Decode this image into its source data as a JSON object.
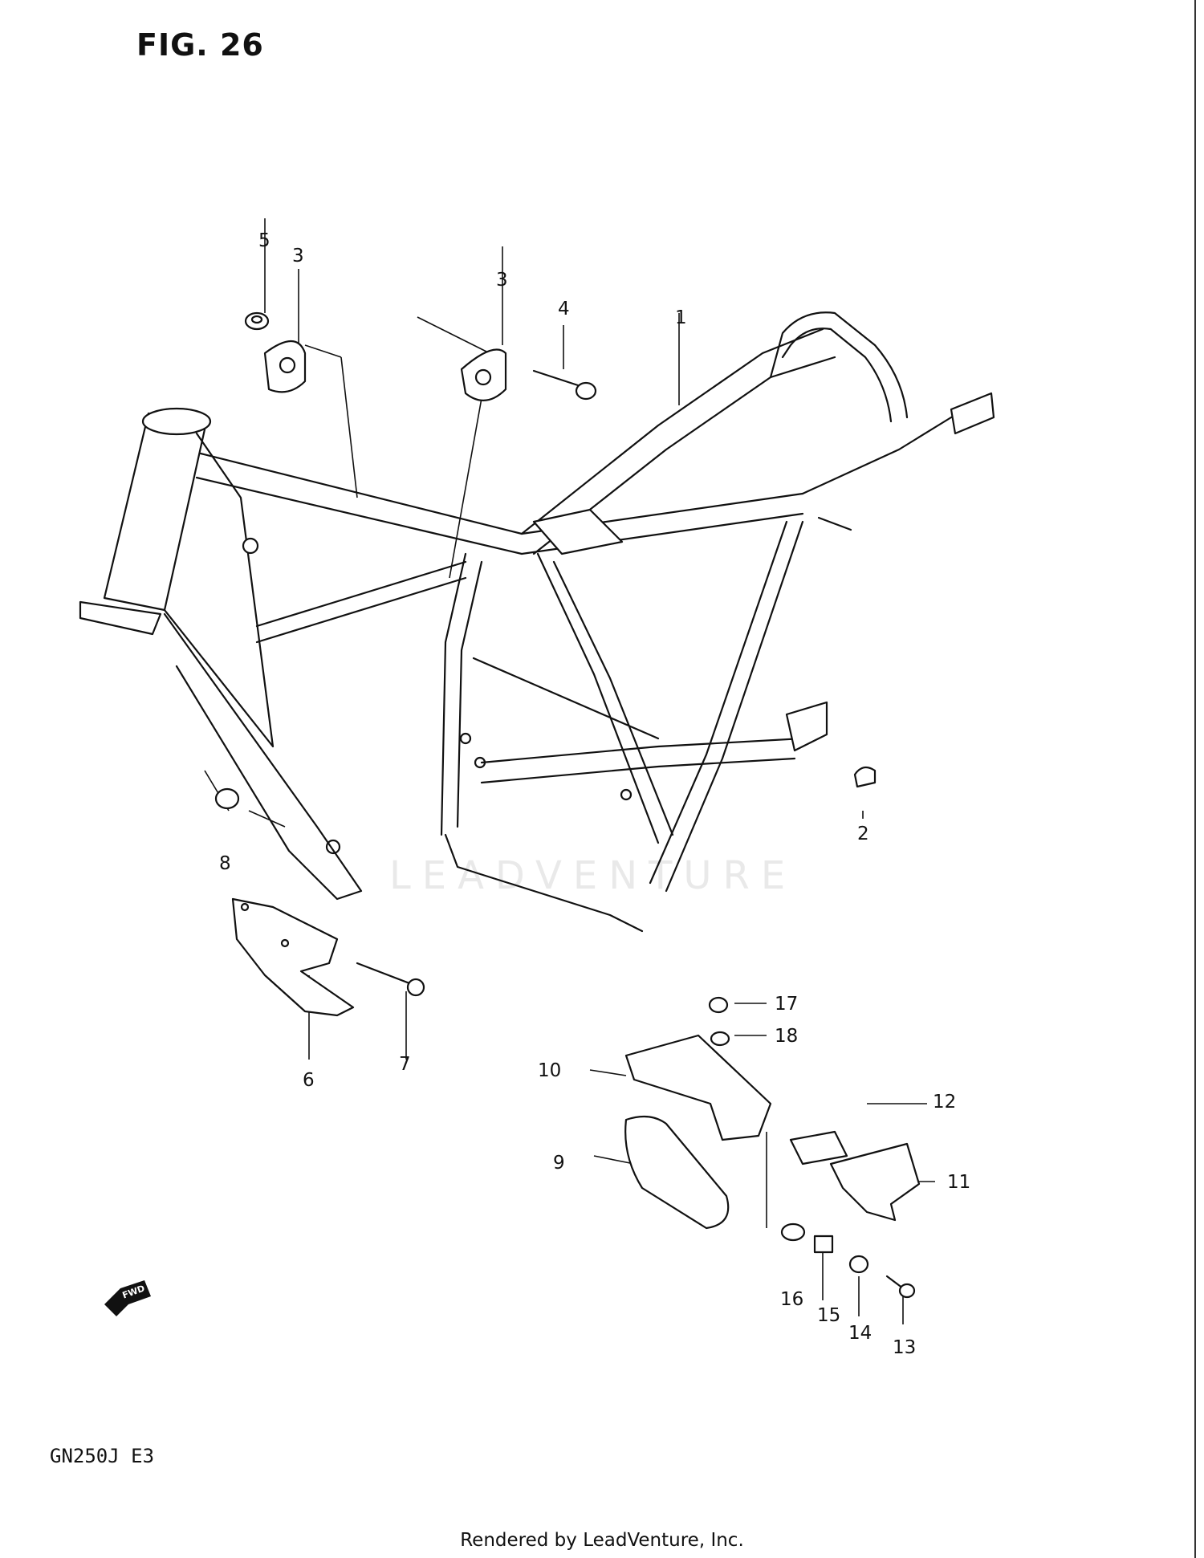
{
  "figure": {
    "title": "FIG. 26",
    "model_code": "GN250J  E3",
    "footer": "Rendered by LeadVenture, Inc.",
    "watermark": "LEADVENTURE",
    "direction_icon_label": "FWD"
  },
  "callouts": [
    "1",
    "2",
    "3",
    "3",
    "4",
    "5",
    "6",
    "7",
    "8",
    "9",
    "10",
    "11",
    "12",
    "13",
    "14",
    "15",
    "16",
    "17",
    "18"
  ]
}
